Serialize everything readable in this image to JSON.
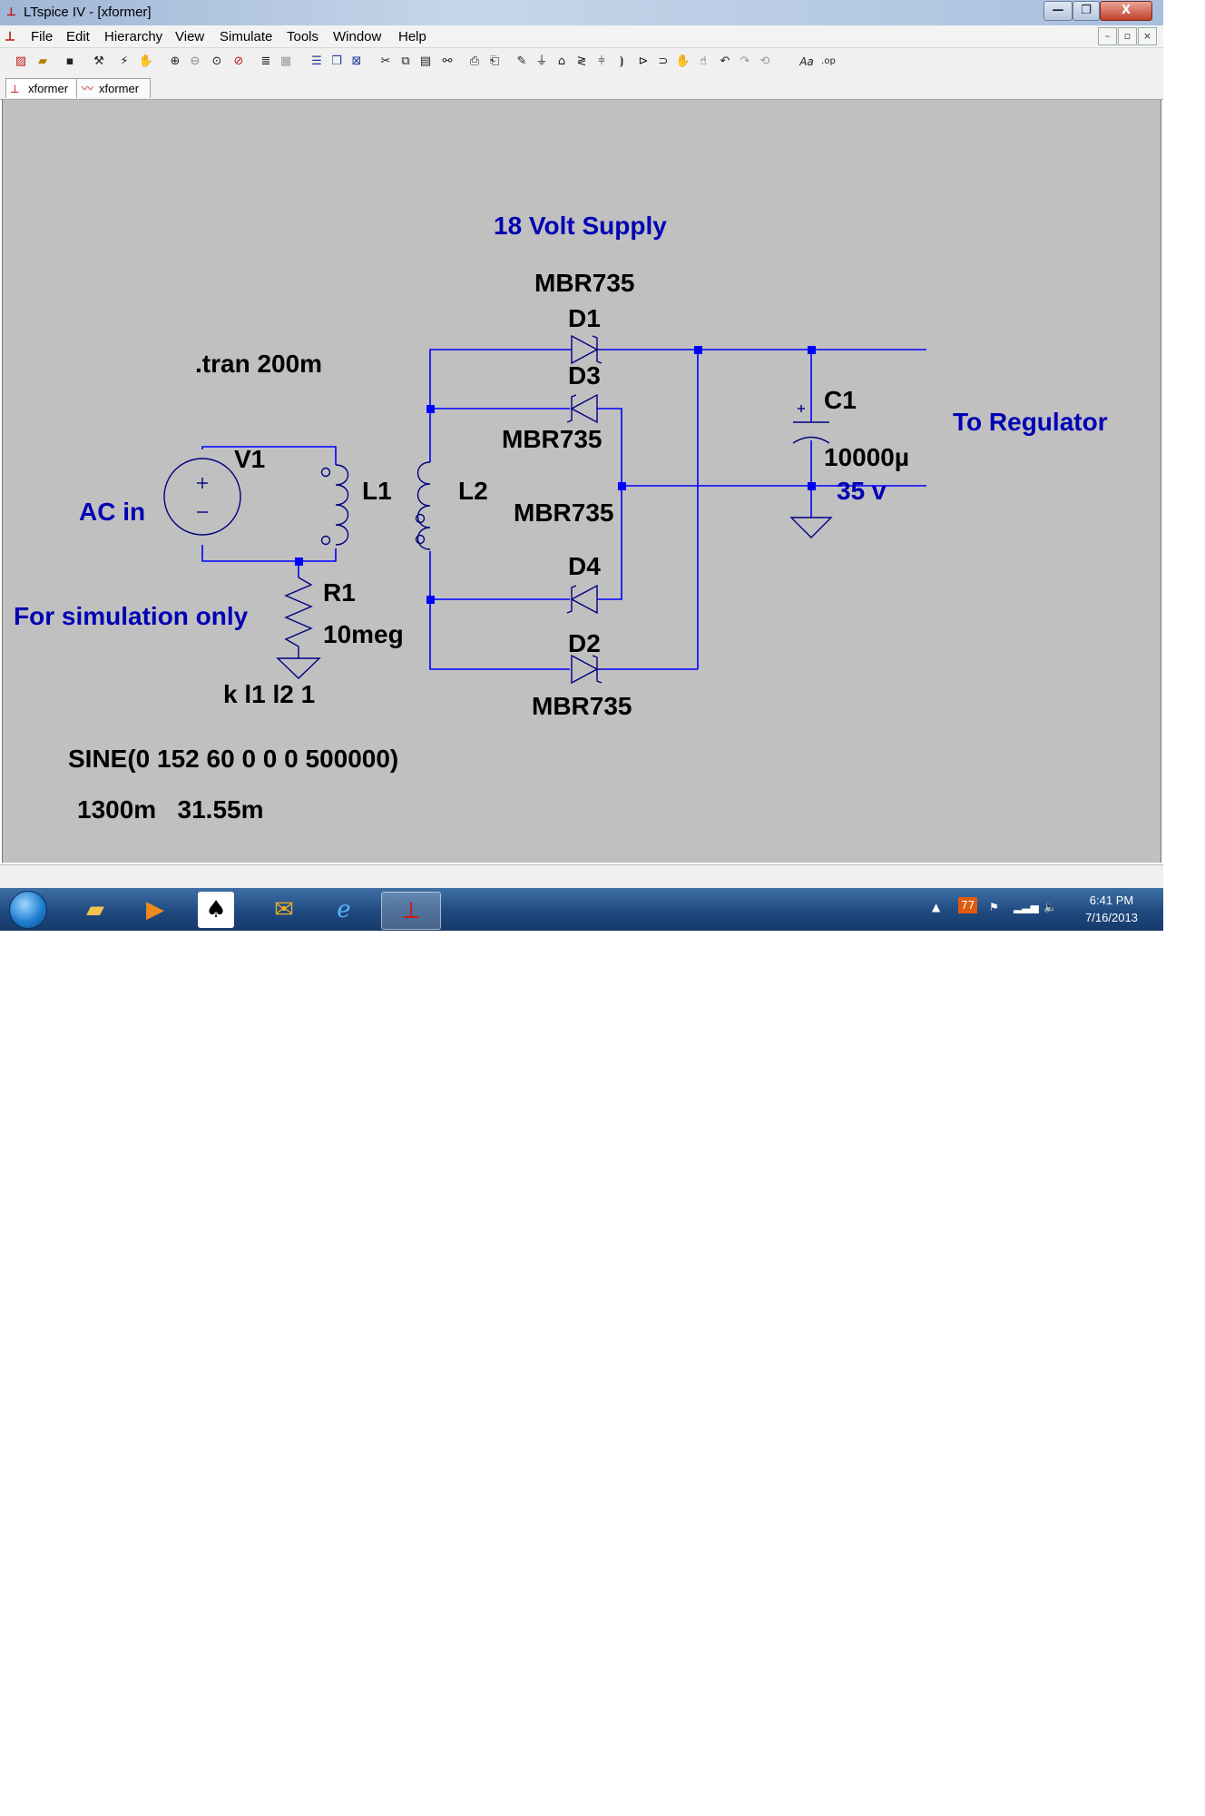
{
  "window": {
    "title": "LTspice IV - [xformer]",
    "controls": {
      "minimize": "—",
      "maximize": "❐",
      "close": "X"
    }
  },
  "menu": {
    "items": [
      "File",
      "Edit",
      "Hierarchy",
      "View",
      "Simulate",
      "Tools",
      "Window",
      "Help"
    ]
  },
  "mdi_controls": {
    "minimize": "–",
    "restore": "▫",
    "close": "×"
  },
  "toolbar": {
    "icons": [
      "new-schematic-icon",
      "open-icon",
      "save-icon",
      "control-panel-icon",
      "run-icon",
      "halt-icon",
      "zoom-in-icon",
      "zoom-out-icon",
      "zoom-full-icon",
      "zoom-cancel-icon",
      "autorange-icon",
      "grid-icon",
      "tile-horizontal-icon",
      "cascade-icon",
      "close-all-icon",
      "cut-icon",
      "copy-icon",
      "paste-icon",
      "find-icon",
      "print-icon",
      "print-preview-icon",
      "draw-wire-icon",
      "ground-icon",
      "label-net-icon",
      "resistor-icon",
      "capacitor-icon",
      "inductor-icon",
      "diode-icon",
      "component-icon",
      "move-icon",
      "drag-icon",
      "undo-icon",
      "redo-icon",
      "rotate-icon",
      "text-icon",
      "spice-directive-icon"
    ]
  },
  "tabs": [
    {
      "label": "xformer",
      "icon": "schematic-icon"
    },
    {
      "label": "xformer",
      "icon": "waveform-icon"
    }
  ],
  "schematic": {
    "title": "18 Volt Supply",
    "labels": {
      "ac_in": "AC in",
      "for_sim": "For simulation only",
      "to_regulator": "To Regulator",
      "voltage": "35 v"
    },
    "directives": {
      "tran": ".tran 200m",
      "coupling": "k l1 l2 1",
      "sine": "SINE(0 152 60 0 0 0 500000)",
      "inductances": "1300m   31.55m"
    },
    "components": {
      "V1": "V1",
      "L1": "L1",
      "L2": "L2",
      "R1": "R1",
      "R1_value": "10meg",
      "C1": "C1",
      "C1_value": "10000µ",
      "D1": "D1",
      "D2": "D2",
      "D3": "D3",
      "D4": "D4",
      "D1_model": "MBR735",
      "D3_model": "MBR735",
      "D4_model": "MBR735",
      "D2_model": "MBR735"
    },
    "colors": {
      "wire": "#0000ff",
      "component": "#000080",
      "comment_text": "#0000b4",
      "label_text": "#000000",
      "background": "#c0c0c0"
    }
  },
  "taskbar": {
    "apps": [
      "file-explorer-icon",
      "media-player-icon",
      "solitaire-icon",
      "outlook-icon",
      "internet-explorer-icon",
      "ltspice-icon"
    ],
    "tray_badge": "77",
    "time": "6:41 PM",
    "date": "7/16/2013"
  }
}
